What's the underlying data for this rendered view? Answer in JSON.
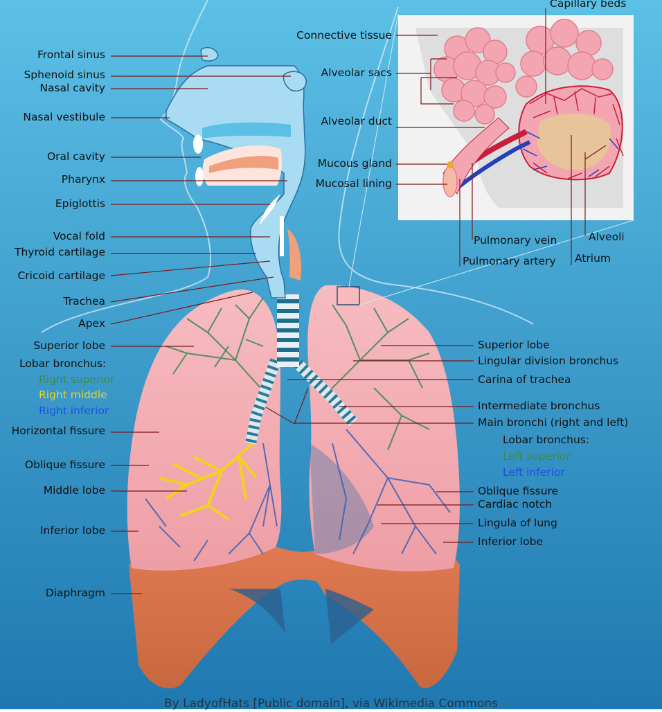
{
  "colors": {
    "background_top": "#5cc0e6",
    "background_bottom": "#1f78b0",
    "airway": "#a9dcf3",
    "lung": "#f3aeb4",
    "diaphragm": "#d4704c",
    "right_superior_bronchus": "#3a8a4a",
    "right_middle_bronchus": "#f2d21a",
    "inferior_bronchus": "#1f4fe0",
    "leader_line": "#8b1a1a"
  },
  "left_labels": [
    "Frontal sinus",
    "Sphenoid sinus",
    "Nasal cavity",
    "Nasal vestibule",
    "Oral cavity",
    "Pharynx",
    "Epiglottis",
    "Vocal fold",
    "Thyroid cartilage",
    "Cricoid cartilage",
    "Trachea",
    "Apex",
    "Superior lobe",
    "Horizontal fissure",
    "Oblique fissure",
    "Middle lobe",
    "Inferior lobe",
    "Diaphragm"
  ],
  "right_lobar": {
    "title": "Lobar bronchus:",
    "superior": "Right superior",
    "middle": "Right middle",
    "inferior": "Right inferior"
  },
  "right_labels": [
    "Superior lobe",
    "Lingular division bronchus",
    "Carina of trachea",
    "Intermediate bronchus",
    "Main bronchi (right and left)",
    "Oblique fissure",
    "Cardiac notch",
    "Lingula of lung",
    "Inferior lobe"
  ],
  "left_lobar": {
    "title": "Lobar bronchus:",
    "superior": "Left superior",
    "inferior": "Left inferior"
  },
  "inset_labels": [
    "Capillary beds",
    "Connective tissue",
    "Alveolar sacs",
    "Alveolar duct",
    "Mucous gland",
    "Mucosal lining",
    "Pulmonary vein",
    "Pulmonary artery",
    "Alveoli",
    "Atrium"
  ],
  "credit": "By LadyofHats [Public domain], via Wikimedia Commons"
}
